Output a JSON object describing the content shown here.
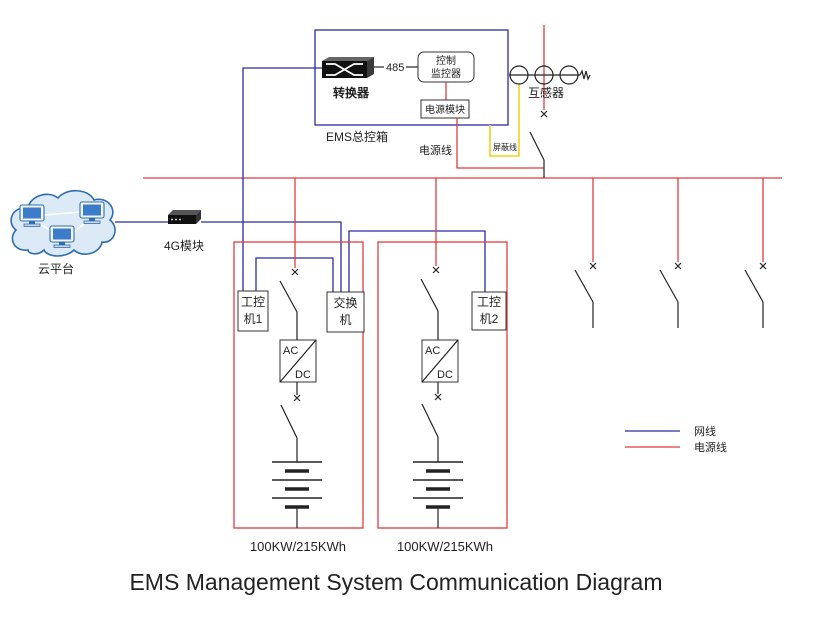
{
  "caption": "EMS Management System Communication Diagram",
  "colors": {
    "network_line": "#2b2ba6",
    "power_line": "#e03b3f",
    "shield_line": "#f2d21c",
    "cloud_fill": "#dce9f6",
    "cloud_outline": "#2f6db2"
  },
  "ems_box": {
    "label": "EMS总控箱",
    "converter": {
      "label": "转换器",
      "icon": "converter-icon"
    },
    "rs485_label": "485",
    "controller": {
      "lines": [
        "控制",
        "监控器"
      ]
    },
    "power_module": {
      "label": "电源模块"
    },
    "power_line_label": "电源线"
  },
  "shield_line": {
    "label": "屏蔽线"
  },
  "transformer": {
    "label": "互感器",
    "icon": "current-transformer-icon"
  },
  "cloud": {
    "label": "云平台",
    "icon": "cloud-icon"
  },
  "modem": {
    "label": "4G模块",
    "icon": "modem-icon"
  },
  "cabinets": [
    {
      "ipc": {
        "lines": [
          "工控",
          "机1"
        ]
      },
      "network_switch": {
        "lines": [
          "交换",
          "机"
        ]
      },
      "pcs": {
        "ac": "AC",
        "dc": "DC"
      },
      "capacity": "100KW/215KWh"
    },
    {
      "ipc": {
        "lines": [
          "工控",
          "机2"
        ]
      },
      "pcs": {
        "ac": "AC",
        "dc": "DC"
      },
      "capacity": "100KW/215KWh"
    }
  ],
  "legend": [
    {
      "label": "网线"
    },
    {
      "label": "电源线"
    }
  ]
}
